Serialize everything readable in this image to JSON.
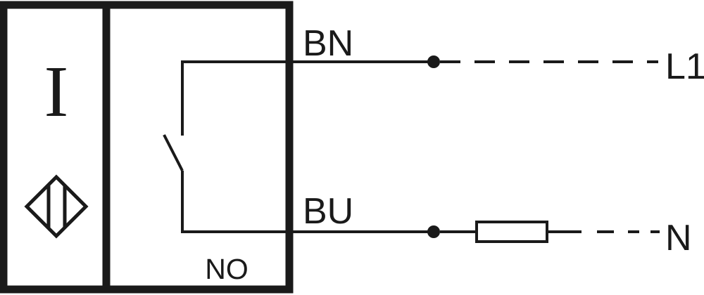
{
  "diagram": {
    "sensor_label": "I",
    "output_type": "NO",
    "wires": {
      "top": {
        "color_code": "BN",
        "terminal": "L1"
      },
      "bottom": {
        "color_code": "BU",
        "terminal": "N"
      }
    },
    "symbols": {
      "sensor_icon": "inductive-sensor-icon",
      "switch_icon": "normally-open-switch-icon",
      "load_icon": "load-resistor-icon"
    },
    "colors": {
      "line": "#1a1a1a",
      "background": "#ffffff"
    }
  }
}
